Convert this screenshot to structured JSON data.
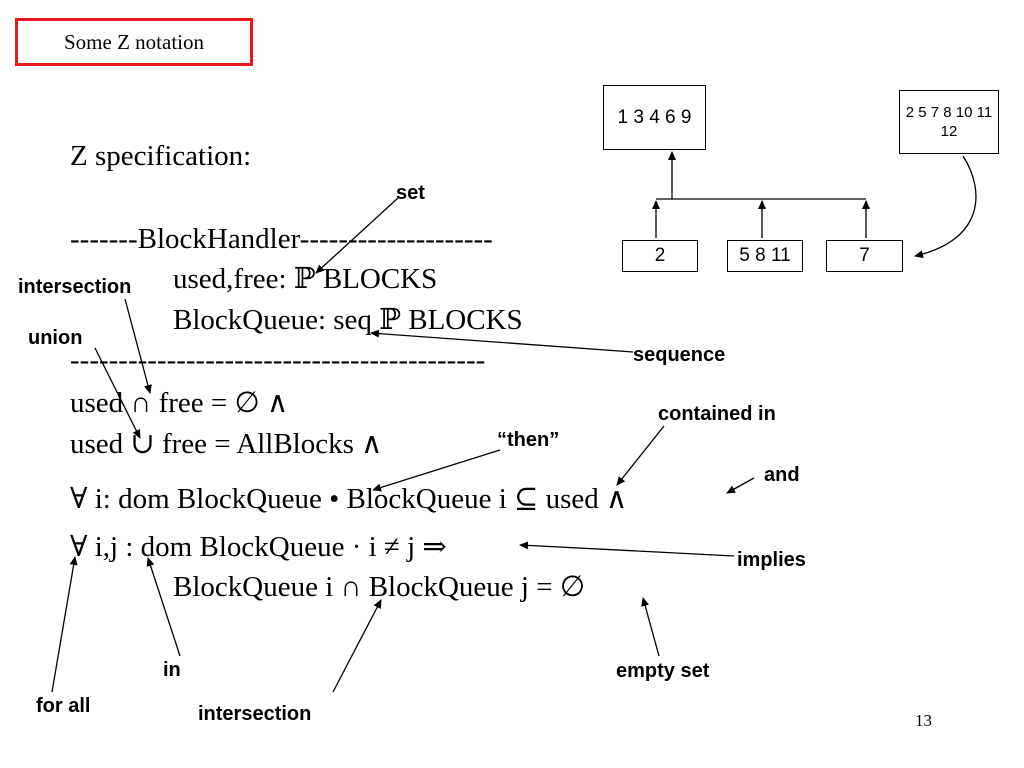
{
  "slide": {
    "title": "Some Z notation",
    "page_number": "13"
  },
  "spec": {
    "heading": "Z specification:",
    "schema_top": "-------BlockHandler--------------------",
    "decl_1": "used,free: ℙ BLOCKS",
    "decl_2": "BlockQueue: seq ℙ BLOCKS",
    "schema_divider": "-------------------------------------------",
    "pred_1": "used ∩ free = ∅ ∧",
    "pred_2": "used ∪ free = AllBlocks ∧",
    "pred_3": "∀ i: dom BlockQueue • BlockQueue i ⊆ used ∧",
    "pred_4": "∀ i,j : dom BlockQueue · i ≠ j ⇒",
    "pred_5": "BlockQueue i ∩ BlockQueue j = ∅"
  },
  "annotations": {
    "set": "set",
    "intersection_top": "intersection",
    "union": "union",
    "sequence": "sequence",
    "contained_in": "contained in",
    "then": "“then”",
    "and": "and",
    "implies": "implies",
    "in": "in",
    "empty_set": "empty set",
    "for_all": "for all",
    "intersection_bottom": "intersection"
  },
  "diagram": {
    "root": "1 3 4 6 9",
    "free": "2 5 7 8 10 11 12",
    "queue": [
      "2",
      "5 8 11",
      "7"
    ]
  }
}
